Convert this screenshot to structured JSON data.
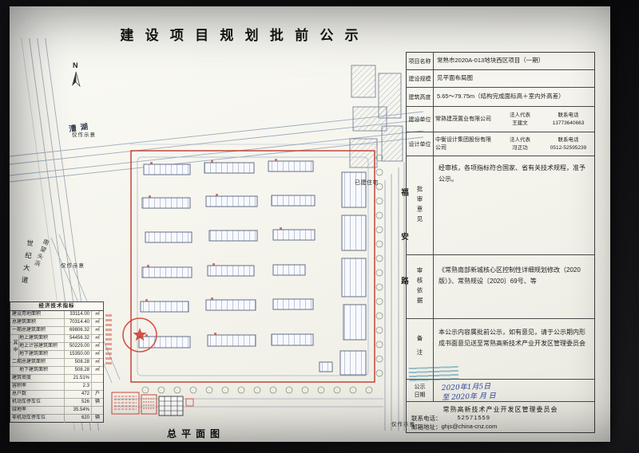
{
  "title": "建 设 项 目 规 划 批 前 公 示",
  "panel": {
    "project_name": {
      "label": "项目名称",
      "value": "常熟市2020A-013地块西区项目（一期）"
    },
    "scale": {
      "label": "建设规模",
      "value": "见平面布局图"
    },
    "building_height": {
      "label": "建筑高度",
      "value": "5.65～79.75m（结构完成面标高＋室内外高差）"
    },
    "builder": {
      "label": "建设单位",
      "value": "常熟建茂置业有限公司",
      "rep_label": "法人代表",
      "rep": "王建文",
      "tel_label": "联系电话",
      "tel": "13773640663"
    },
    "designer": {
      "label": "设计单位",
      "value": "中衡设计集团股份有限公司",
      "rep_label": "法人代表",
      "rep": "冯正功",
      "tel_label": "联系电话",
      "tel": "0512-52595239"
    },
    "opinion": {
      "label": "批审意见",
      "value": "经审核，各项指标符合国家、省有关技术规程，准予公示。"
    },
    "basis": {
      "label": "审核依据",
      "value": "《常熟南部新城核心区控制性详细规划修改（2020版）》、常熟规设〔2020〕69号、等"
    },
    "note": {
      "label": "备注",
      "value": "本公示内容属批前公示，如有意见，请于公示期内形成书面意见送至常熟高新技术产业开发区管理委员会"
    },
    "publish": {
      "label": "公示日期",
      "line1": "2020年1月5日",
      "line2": "至 2020年 月 日"
    },
    "org": "常熟高新技术产业开发区管理委员会",
    "tel_label": "联系电话：",
    "tel": "52571559",
    "email_label": "邮箱地址：",
    "email": "ghjs@china-cnz.com"
  },
  "indicators": {
    "title": "经济技术指标",
    "group_label": "其中",
    "rows": [
      {
        "name": "建设用地面积",
        "value": "33114.00",
        "unit": "㎡"
      },
      {
        "name": "总建筑面积",
        "value": "70314.40",
        "unit": "㎡"
      },
      {
        "name": "一期总建筑面积",
        "value": "69806.32",
        "unit": "㎡"
      },
      {
        "name": "地上建筑面积",
        "value": "54456.32",
        "unit": "㎡"
      },
      {
        "name": "地上计容建筑面积",
        "value": "50229.00",
        "unit": "㎡"
      },
      {
        "name": "地下建筑面积",
        "value": "15350.00",
        "unit": "㎡"
      },
      {
        "name": "二期总建筑面积",
        "value": "508.28",
        "unit": "㎡"
      },
      {
        "name": "地下建筑面积",
        "value": "508.28",
        "unit": "㎡"
      },
      {
        "name": "建筑密度",
        "value": "21.51%",
        "unit": ""
      },
      {
        "name": "容积率",
        "value": "2.3",
        "unit": ""
      },
      {
        "name": "总户数",
        "value": "472",
        "unit": "户"
      },
      {
        "name": "机动车停车位",
        "value": "526",
        "unit": "辆"
      },
      {
        "name": "绿地率",
        "value": "35.54%",
        "unit": ""
      },
      {
        "name": "非机动车停车位",
        "value": "620",
        "unit": "辆"
      }
    ]
  },
  "drawing": {
    "north": "N",
    "river": "漕湖",
    "note1": "仅作示意",
    "note2": "仅作示意",
    "note3": "仅作示意",
    "existing": "已建住宅",
    "road_right": "福安路",
    "road_left": "世纪大道",
    "creek": "南望头浜",
    "caption": "总平面图"
  }
}
